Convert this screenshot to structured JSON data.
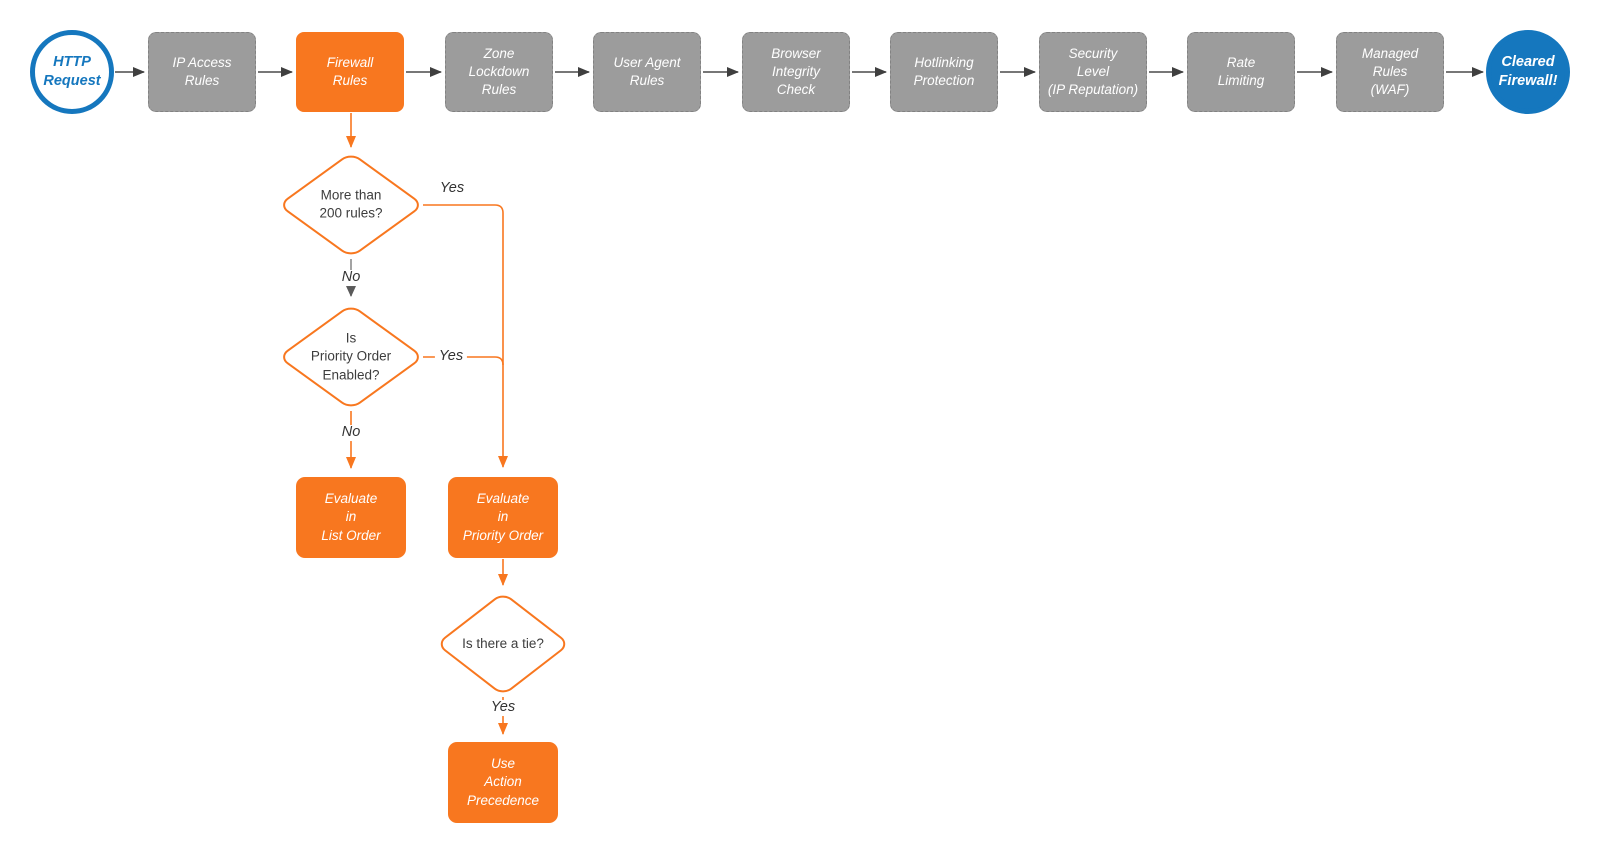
{
  "palette": {
    "orange": "#F8771F",
    "gray_fill": "#9C9C9C",
    "blue": "#1577BE",
    "arrow_dark": "#3F3F3F",
    "arrow_gray": "#5A5A5A",
    "background": "#FFFFFF"
  },
  "flow": {
    "start_label": "HTTP\nRequest",
    "end_label": "Cleared\nFirewall!",
    "stages": [
      {
        "label": "IP Access\nRules",
        "style": "gray"
      },
      {
        "label": "Firewall\nRules",
        "style": "orange"
      },
      {
        "label": "Zone\nLockdown\nRules",
        "style": "gray"
      },
      {
        "label": "User Agent\nRules",
        "style": "gray"
      },
      {
        "label": "Browser\nIntegrity\nCheck",
        "style": "gray"
      },
      {
        "label": "Hotlinking\nProtection",
        "style": "gray"
      },
      {
        "label": "Security\nLevel\n(IP Reputation)",
        "style": "gray"
      },
      {
        "label": "Rate\nLimiting",
        "style": "gray"
      },
      {
        "label": "Managed\nRules\n(WAF)",
        "style": "gray"
      }
    ],
    "decisions": [
      {
        "label": "More than\n200 rules?"
      },
      {
        "label": "Is\nPriority Order\nEnabled?"
      },
      {
        "label": "Is there a tie?"
      }
    ],
    "actions": [
      {
        "label": "Evaluate\nin\nList Order"
      },
      {
        "label": "Evaluate\nin\nPriority Order"
      },
      {
        "label": "Use\nAction\nPrecedence"
      }
    ],
    "edge_labels": {
      "d1_yes": "Yes",
      "d1_no": "No",
      "d2_yes": "Yes",
      "d2_no": "No",
      "d3_yes": "Yes"
    }
  }
}
